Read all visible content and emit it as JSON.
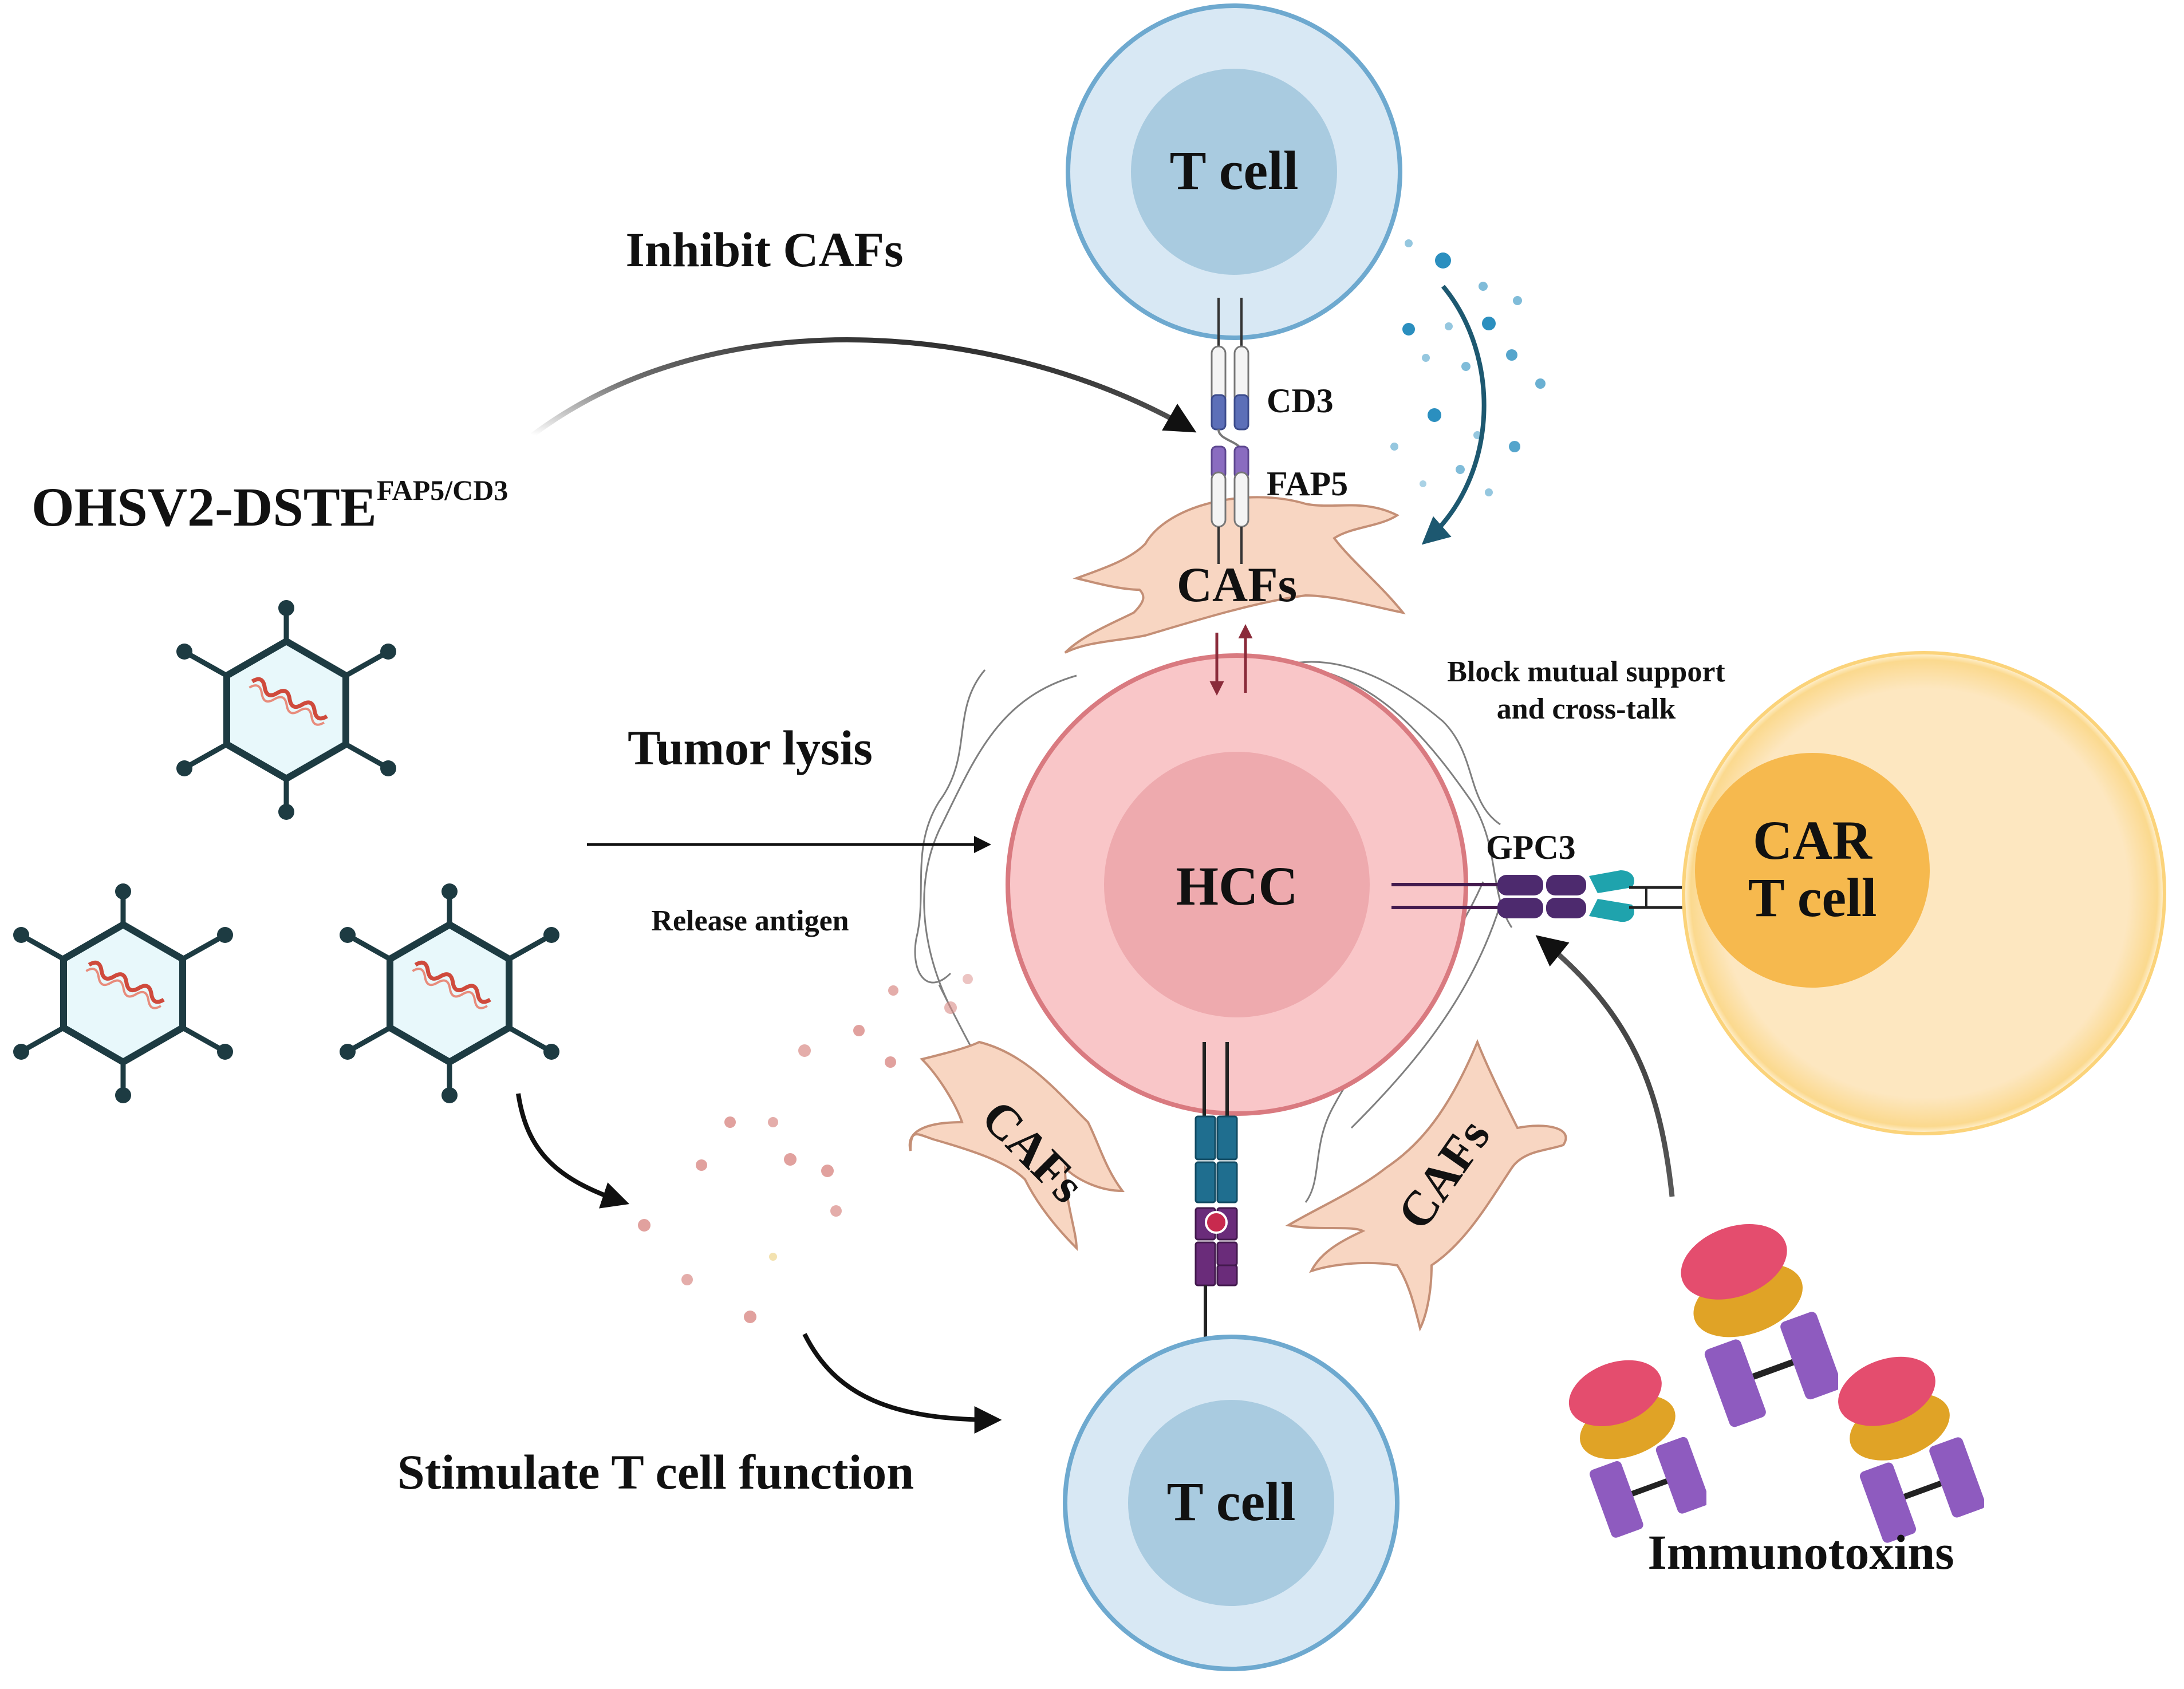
{
  "labels": {
    "inhibit_cafs": "Inhibit CAFs",
    "virus_name": "OHSV2-DSTE",
    "virus_superscript": "FAP5/CD3",
    "tumor_lysis": "Tumor lysis",
    "release_antigen": "Release antigen",
    "stimulate_t_cell": "Stimulate T cell function",
    "block_support_line1": "Block mutual support",
    "block_support_line2": "and cross-talk",
    "immunotoxins": "Immunotoxins",
    "gpc3": "GPC3",
    "cd3": "CD3",
    "fap5": "FAP5"
  },
  "cells": {
    "t_cell_top": "T cell",
    "t_cell_bottom": "T cell",
    "hcc": "HCC",
    "car_line1": "CAR",
    "car_line2": "T cell",
    "cafs_top": "CAFs",
    "cafs_left": "CAFs",
    "cafs_right": "CAFs"
  },
  "colors": {
    "t_cell_outer": "#d8e8f4",
    "t_cell_nucleus": "#a9cbe0",
    "hcc_outer": "#f9c6c8",
    "hcc_nucleus": "#eeaaae",
    "car_outer": "#fde0b0",
    "car_nucleus": "#f6b94e",
    "caf_fill": "#f8d6c2",
    "virus_fill": "#e8f8fb",
    "virus_stroke": "#1d3b42",
    "antigen_dots": "#d98a86",
    "cytokine_dots": "#2b8fbf",
    "cd3_domain": "#5c6fb8",
    "fap5_domain": "#8a6cc0",
    "receptor_teal": "#1f6e8f",
    "receptor_purple": "#6a2c7a",
    "toxin_red": "#e44d6e",
    "toxin_orange": "#e0a326",
    "toxin_purple": "#8e5bbf"
  }
}
